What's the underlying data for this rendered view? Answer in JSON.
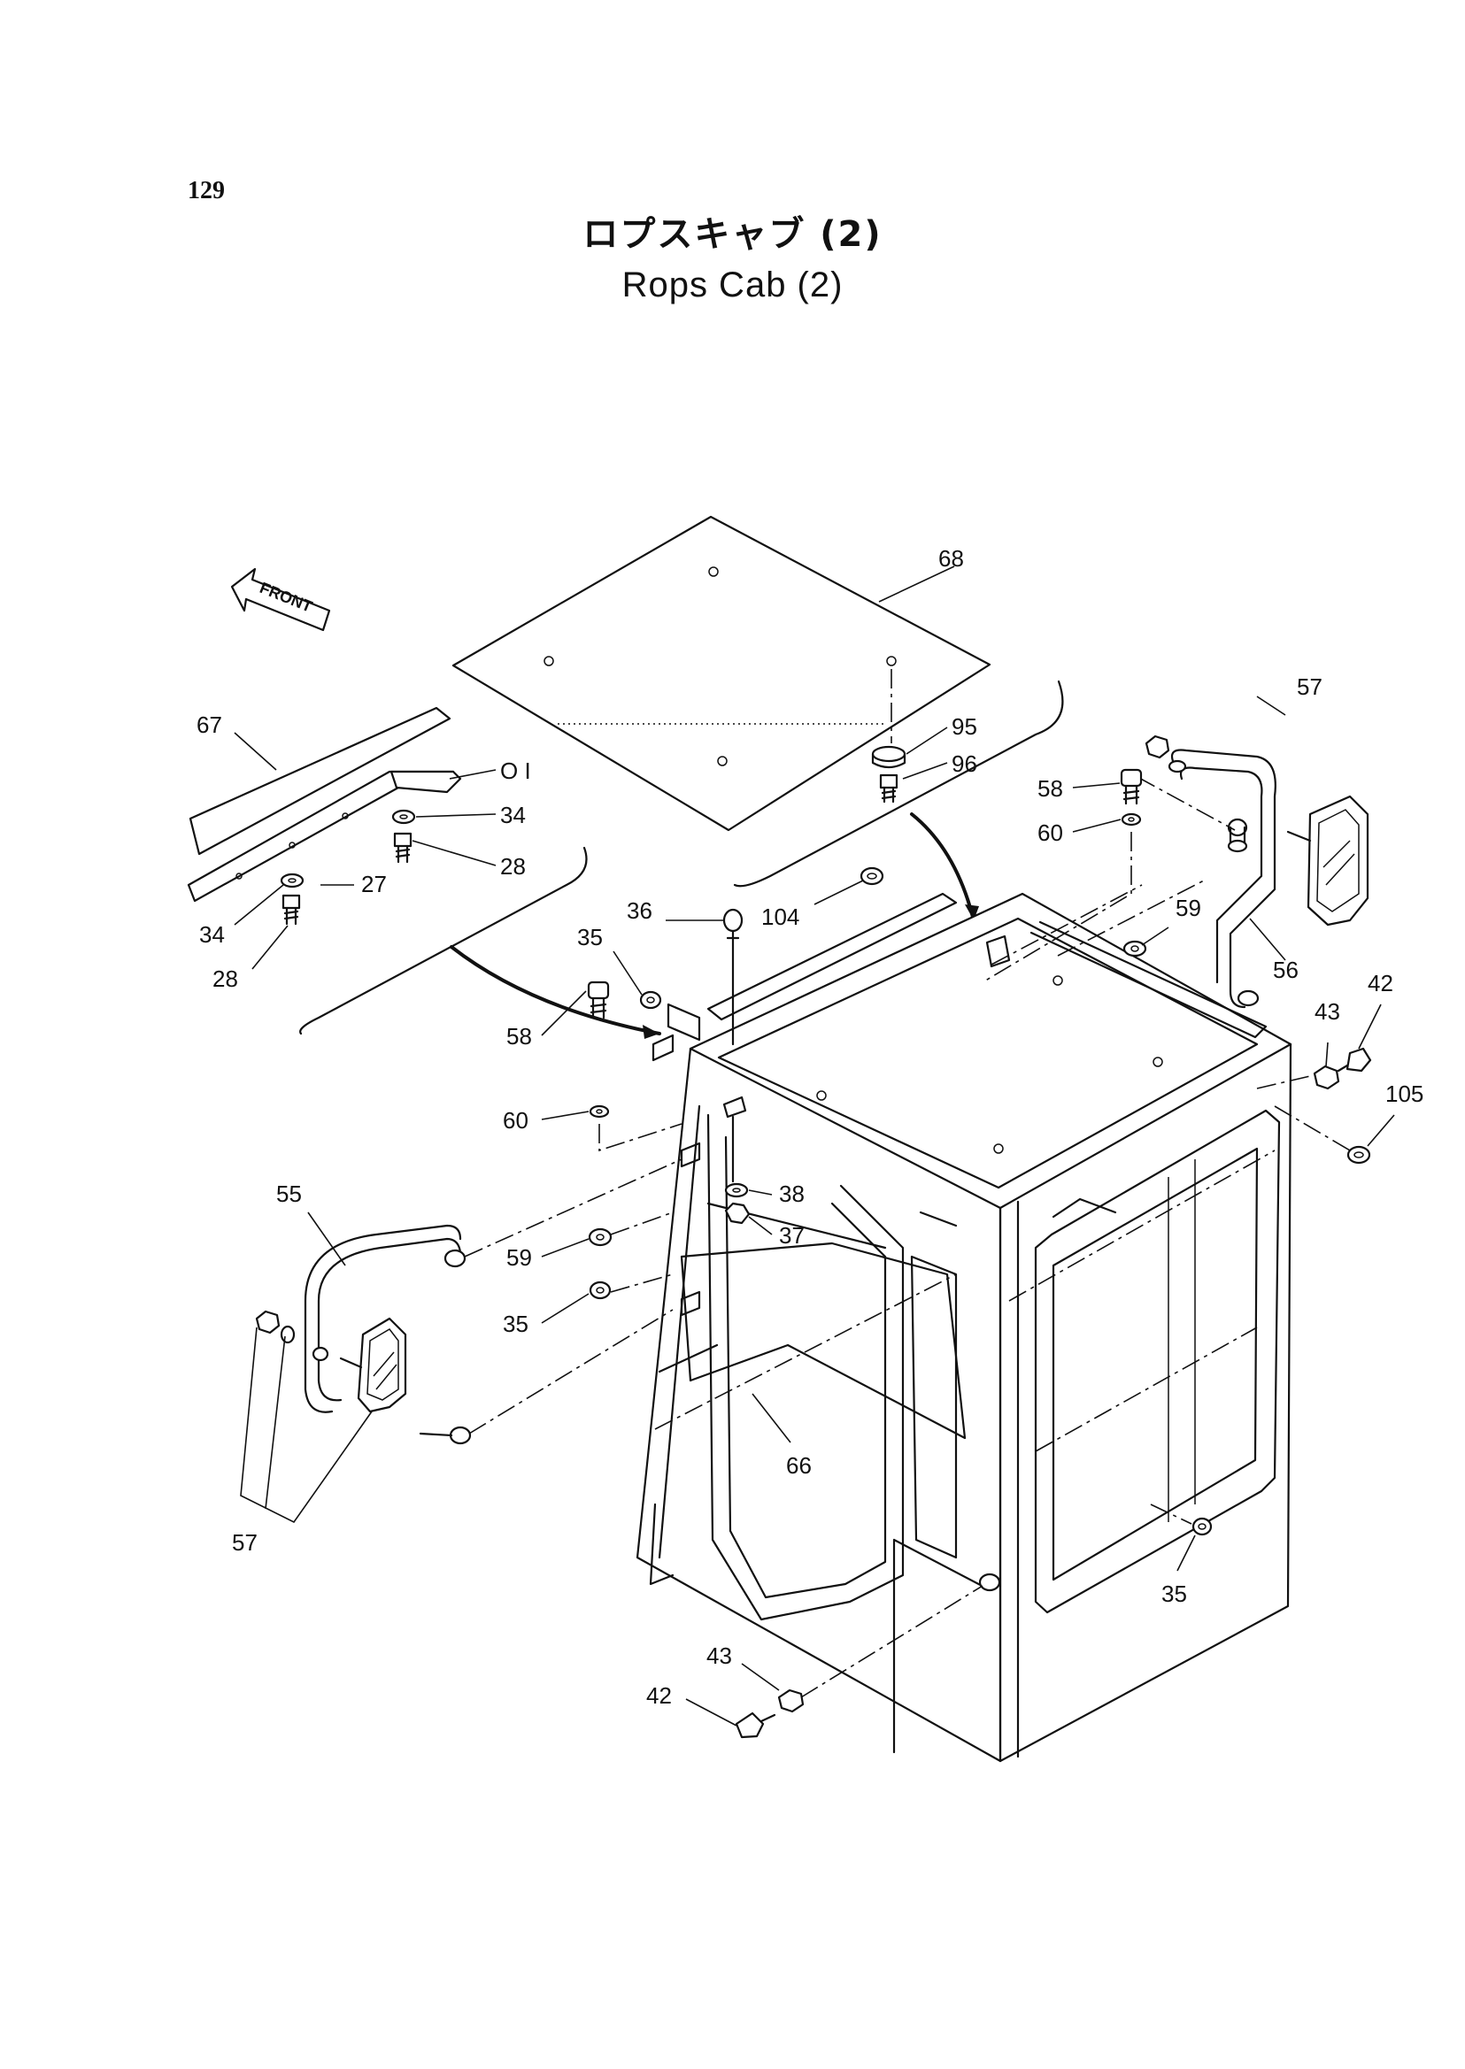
{
  "page": {
    "page_number": "129",
    "title_jp": "ロプスキャブ (2)",
    "title_en": "Rops Cab (2)"
  },
  "front_arrow": {
    "label": "FRONT"
  },
  "callouts": {
    "c68": "68",
    "c57a": "57",
    "c95": "95",
    "c96": "96",
    "c67": "67",
    "c01": "O I",
    "c34a": "34",
    "c28a": "28",
    "c27": "27",
    "c34b": "34",
    "c28b": "28",
    "c58a": "58",
    "c60a": "60",
    "c36": "36",
    "c104": "104",
    "c35a": "35",
    "c59a": "59",
    "c56": "56",
    "c42a": "42",
    "c43a": "43",
    "c105": "105",
    "c58b": "58",
    "c60b": "60",
    "c55": "55",
    "c38": "38",
    "c37": "37",
    "c59b": "59",
    "c35b": "35",
    "c66": "66",
    "c57b": "57",
    "c35c": "35",
    "c43b": "43",
    "c42b": "42"
  },
  "speckle_color": "#555555"
}
